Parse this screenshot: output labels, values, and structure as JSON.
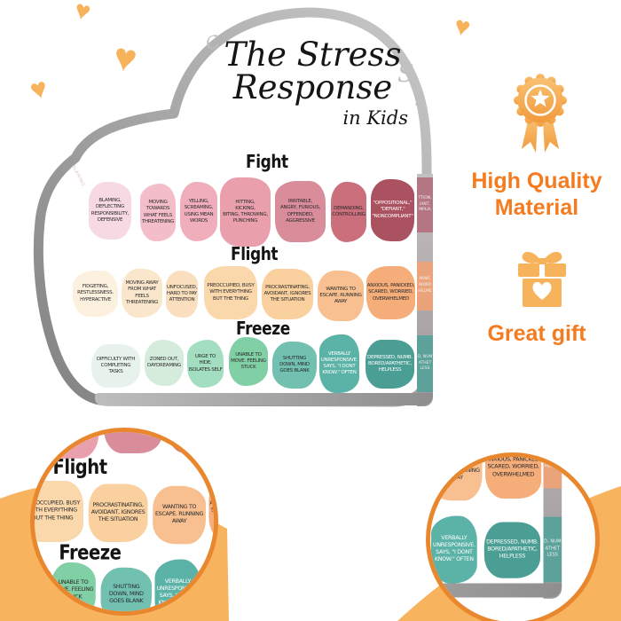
{
  "product_board": {
    "title": {
      "line1": "The Stress",
      "line2": "Response",
      "line3": "in Kids"
    },
    "sections": [
      {
        "name": "Fight",
        "tiles": [
          {
            "text": "BLAMING,\nDEFLECTING\nRESPONSIBILITY,\nDEFENSIVE",
            "bg": "#f7d9e3",
            "fg": "#2a2a2a"
          },
          {
            "text": "MOVING\nTOWARDS\nWHAT FEELS\nTHREATENING",
            "bg": "#f3bdca",
            "fg": "#2a2a2a"
          },
          {
            "text": "YELLING,\nSCREAMING,\nUSING MEAN\nWORDS",
            "bg": "#f0aebc",
            "fg": "#2a2a2a"
          },
          {
            "text": "HITTING,\nKICKING,\nBITING, THROWING,\nPUNCHING",
            "bg": "#e9a0ac",
            "fg": "#2a2a2a"
          },
          {
            "text": "IRRITABLE,\nANGRY, FURIOUS,\nOFFENDED,\nAGGRESSIVE",
            "bg": "#d98d9b",
            "fg": "#2a2a2a"
          },
          {
            "text": "DEMANDING,\nCONTROLLING",
            "bg": "#cc6f7c",
            "fg": "#2a2a2a"
          },
          {
            "text": "\"OPPOSITIONAL,\"\n\"DEFIANT,\"\n\"NONCOMPLIANT\"",
            "bg": "#ab5260",
            "fg": "#ffffff"
          }
        ]
      },
      {
        "name": "Flight",
        "tiles": [
          {
            "text": "FIDGETING,\nRESTLESSNESS.\nHYPERACTIVE",
            "bg": "#fcf1df",
            "fg": "#2a2a2a"
          },
          {
            "text": "MOVING AWAY\nFROM WHAT FEELS\nTHREATENING",
            "bg": "#fae7cb",
            "fg": "#2a2a2a"
          },
          {
            "text": "UNFOCUSED,\nHARD TO PAY\nATTENTION",
            "bg": "#fadfbe",
            "fg": "#2a2a2a"
          },
          {
            "text": "PREOCCUPIED, BUSY\nWITH EVERYTHING\nBUT THE THING",
            "bg": "#fbd7ac",
            "fg": "#2a2a2a"
          },
          {
            "text": "PROCRASTINATING,\nAVOIDANT, IGNORES\nTHE SITUATION",
            "bg": "#f9d09e",
            "fg": "#2a2a2a"
          },
          {
            "text": "WANTING TO\nESCAPE. RUNNING\nAWAY",
            "bg": "#f8c091",
            "fg": "#2a2a2a"
          },
          {
            "text": "ANXIOUS, PANICKED,\nSCARED, WORRIED,\nOVERWHELMED",
            "bg": "#f5ad7a",
            "fg": "#2a2a2a"
          }
        ]
      },
      {
        "name": "Freeze",
        "tiles": [
          {
            "text": "DIFFICULTY WITH\nCOMPLETING\nTASKS",
            "bg": "#e8f2ec",
            "fg": "#2a2a2a"
          },
          {
            "text": "ZONED OUT,\nDAYDREAMING",
            "bg": "#d5ecdc",
            "fg": "#2a2a2a"
          },
          {
            "text": "URGE TO\nHIDE,\nISOLATES SELF",
            "bg": "#a3dec0",
            "fg": "#2a2a2a"
          },
          {
            "text": "UNABLE TO\nMOVE. FEELING\nSTUCK",
            "bg": "#81cfa5",
            "fg": "#2a2a2a"
          },
          {
            "text": "SHUTTING\nDOWN, MIND\nGOES BLANK",
            "bg": "#72c0af",
            "fg": "#2a2a2a"
          },
          {
            "text": "VERBALLY\nUNRESPONSIVE.\nSAYS, \"I DONT\nKNOW.\" OFTEN",
            "bg": "#5bb2a6",
            "fg": "#ffffff"
          },
          {
            "text": "DEPRESSED, NUMB.\nBORED/APATHETIC,\nHELPLESS",
            "bg": "#4a9e94",
            "fg": "#ffffff"
          }
        ]
      }
    ],
    "edge_reflections": {
      "left_text": "BLAMING,",
      "glare_glyphs": [
        "C",
        "S",
        "s"
      ],
      "right_strip": [
        {
          "text": "TTION,\nIANT,\nMPLIA",
          "bg": "#b4707e"
        },
        {
          "text": "PANIC\nWORR\nHELME",
          "bg": "#efa377"
        },
        {
          "text": "D, NUM\nATHET\nLESS",
          "bg": "#57a29a"
        }
      ]
    }
  },
  "marketing": {
    "quality_text": "High Quality\nMaterial",
    "gift_text": "Great gift",
    "text_color": "#f47b20",
    "icon_color": "#f7b35c",
    "blob_color": "#f8b35f",
    "ring_color": "#e9872e"
  },
  "icons": {
    "heart": "♥"
  }
}
